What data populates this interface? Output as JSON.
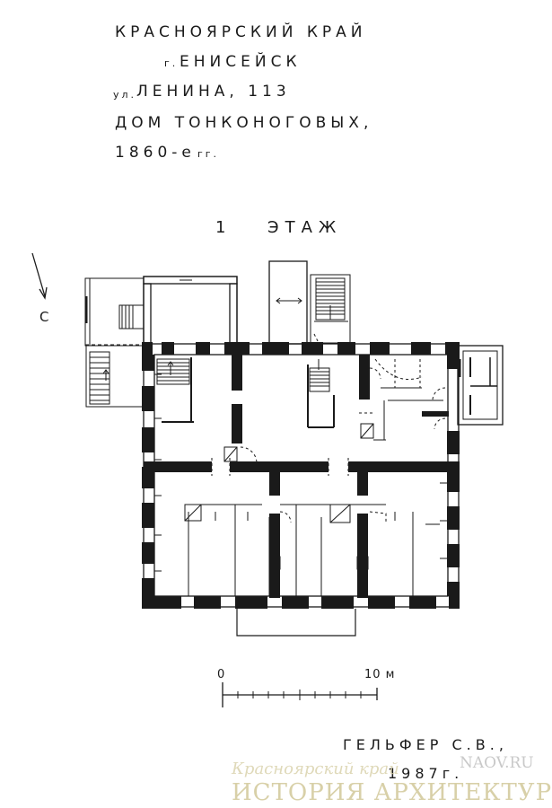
{
  "title_block": {
    "region": "КРАСНОЯРСКИЙ КРАЙ",
    "city_prefix": "г.",
    "city": "ЕНИСЕЙСК",
    "street_prefix": "ул.",
    "street": "ЛЕНИНА, 113",
    "building": "ДОМ ТОНКОНОГОВЫХ,",
    "date_main": "1860-е",
    "date_suffix": "гг."
  },
  "floor_label": {
    "number": "1",
    "name": "ЭТАЖ"
  },
  "north_label": "С",
  "scale_bar": {
    "start": "0",
    "end": "10 м"
  },
  "author": {
    "name": "ГЕЛЬФЕР С.В.,",
    "year": "1987г."
  },
  "watermark": {
    "script_text": "Красноярский край",
    "site": "NAOV.RU",
    "banner": "ИСТОРИЯ АРХИТЕКТУРЫ"
  },
  "colors": {
    "ink": "#1a1a1a",
    "paper": "#ffffff",
    "watermark": "#d8d0a8"
  }
}
